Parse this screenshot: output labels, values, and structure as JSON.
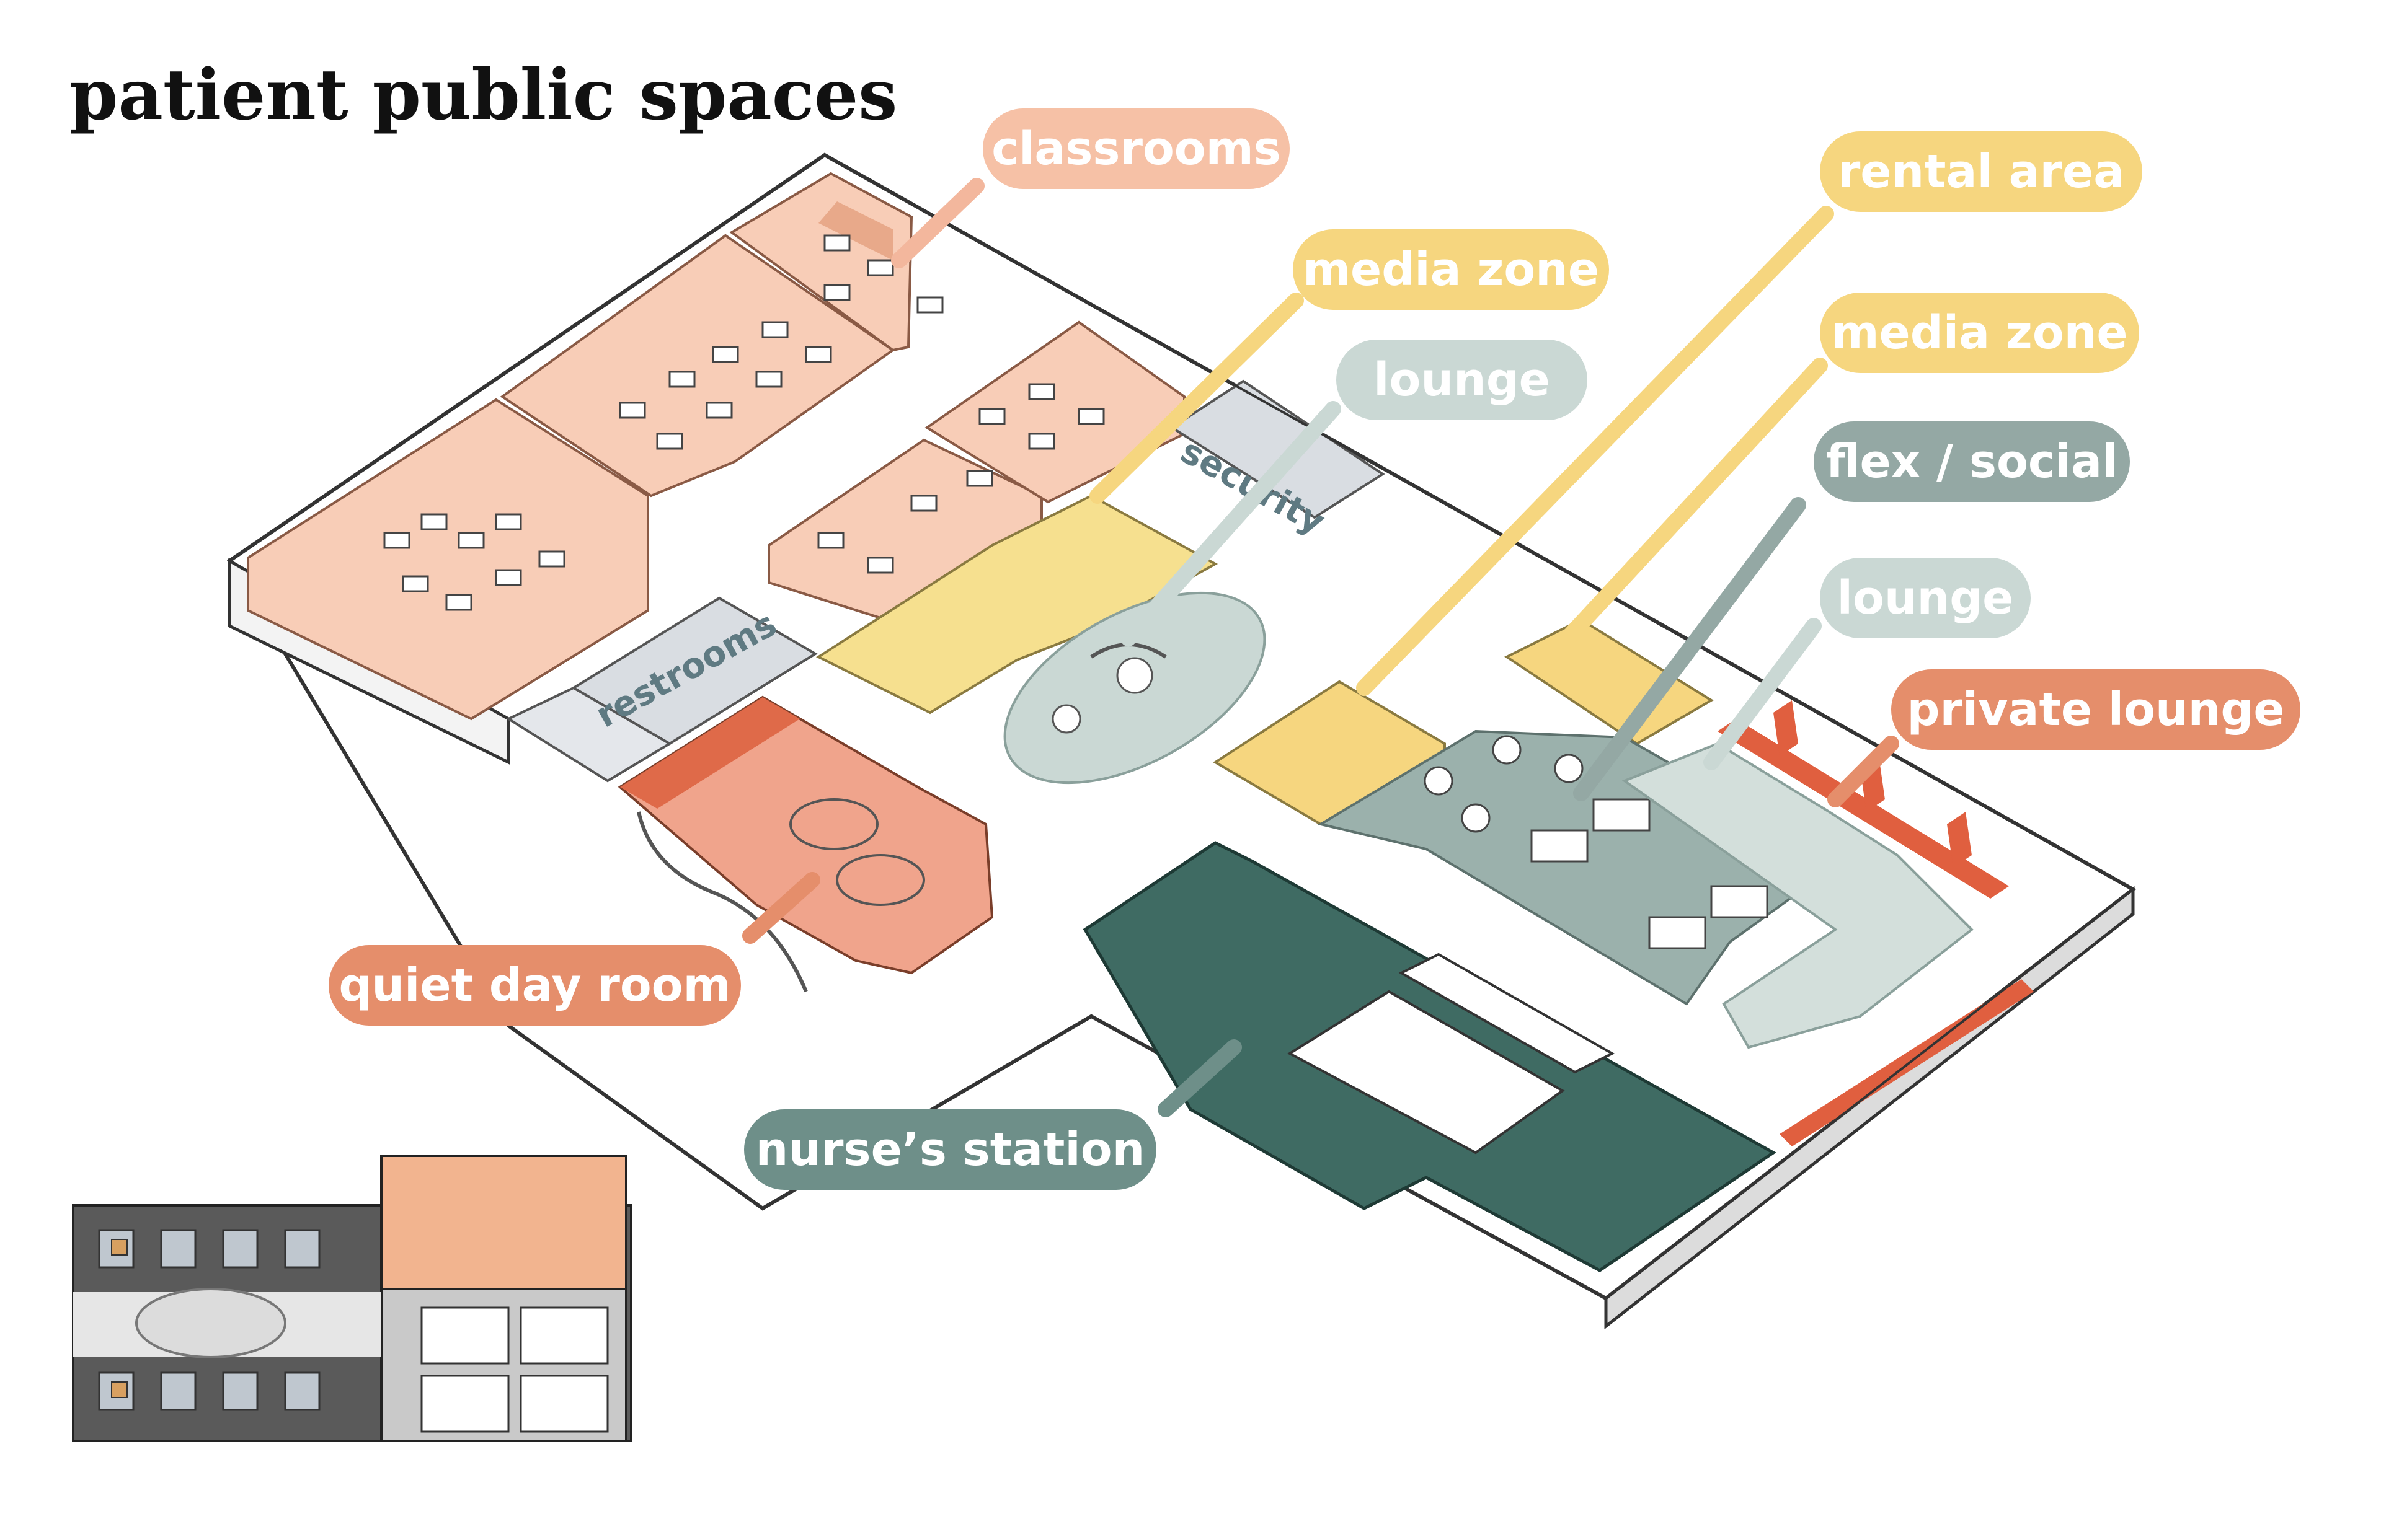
{
  "page_title": "patient public spaces",
  "labels": {
    "classrooms": "classrooms",
    "rental_area": "rental area",
    "media_zone_1": "media zone",
    "media_zone_2": "media zone",
    "lounge_1": "lounge",
    "lounge_2": "lounge",
    "flex_social": "flex / social",
    "private_lounge": "private lounge",
    "quiet_day_room": "quiet day room",
    "nurses_station": "nurse’s station"
  },
  "plan_labels": {
    "security": "security",
    "restrooms": "restrooms"
  },
  "colors": {
    "classrooms": "#f6c1a6",
    "media": "#f6d67f",
    "lounge": "#cad8d4",
    "flex": "#94a8a4",
    "private": "#e58e6b",
    "quiet": "#e58e6b",
    "nurse": "#3f6b63",
    "service": "#d9dde2",
    "wall": "#ffffff",
    "line": "#333333"
  }
}
